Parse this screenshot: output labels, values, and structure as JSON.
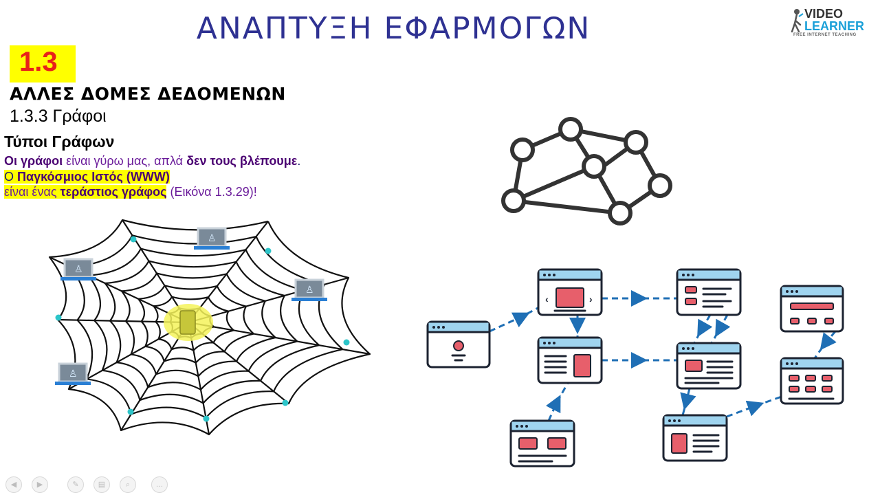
{
  "slide": {
    "title": "ΑΝΑΠΤΥΞΗ ΕΦΑΡΜΟΓΩΝ",
    "section_number": "1.3",
    "chapter_title": "ΑΛΛΕΣ ΔΟΜΕΣ ΔΕΔΟΜΕΝΩΝ",
    "subsection": "1.3.3 Γράφοι",
    "heading": "Τύποι Γράφων",
    "line1": {
      "a": "Οι γράφοι",
      "b": " είναι γύρω μας, απλά ",
      "c": "δεν τους βλέπουμε",
      "d": "."
    },
    "line2": {
      "a": "Ο ",
      "b": "Παγκόσμιος Ιστός (WWW)"
    },
    "line3": {
      "a": "είναι ένας ",
      "b": "τεράστιος γράφος",
      "c": " (Εικόνα 1.3.29)!"
    }
  },
  "logo": {
    "line1": "VIDEO",
    "line2": "LEARNER",
    "tagline": "FREE INTERNET TEACHING"
  },
  "colors": {
    "title": "#2e3192",
    "highlight": "#ffff00",
    "section_number": "#e8211a",
    "arrow": "#1f6fb5",
    "page_header": "#9fd4ef",
    "page_accent": "#e75f6b"
  },
  "toolbar": {
    "buttons": [
      "previous-icon",
      "next-icon",
      "pen-icon",
      "slides-icon",
      "zoom-icon",
      "more-icon"
    ]
  }
}
